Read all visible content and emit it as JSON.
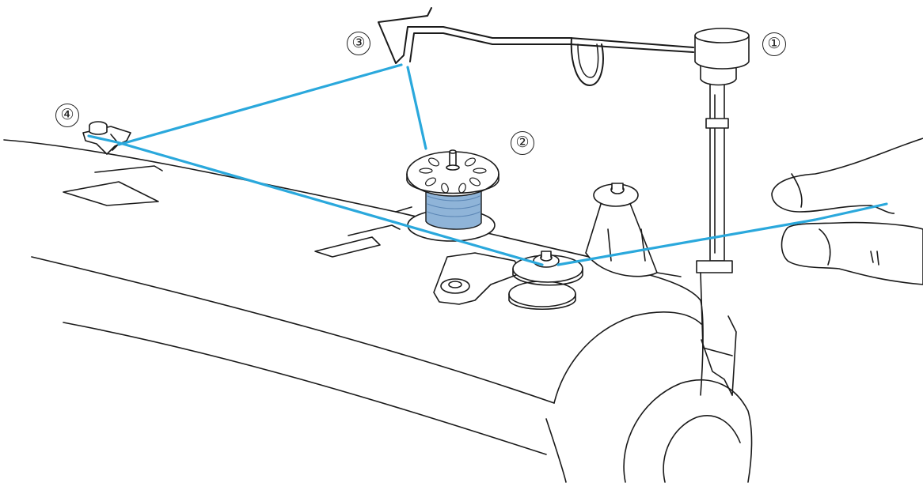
{
  "diagram": {
    "callouts": [
      {
        "id": "1",
        "text": "①",
        "part": "spool-pin"
      },
      {
        "id": "2",
        "text": "②",
        "part": "bobbin"
      },
      {
        "id": "3",
        "text": "③",
        "part": "thread-guide"
      },
      {
        "id": "4",
        "text": "④",
        "part": "thread-guide-front"
      }
    ],
    "colors": {
      "thread": "#2aa8dc",
      "bobbin_thread": "#8fb4d8",
      "outline": "#1a1a1a",
      "background": "#ffffff"
    }
  }
}
